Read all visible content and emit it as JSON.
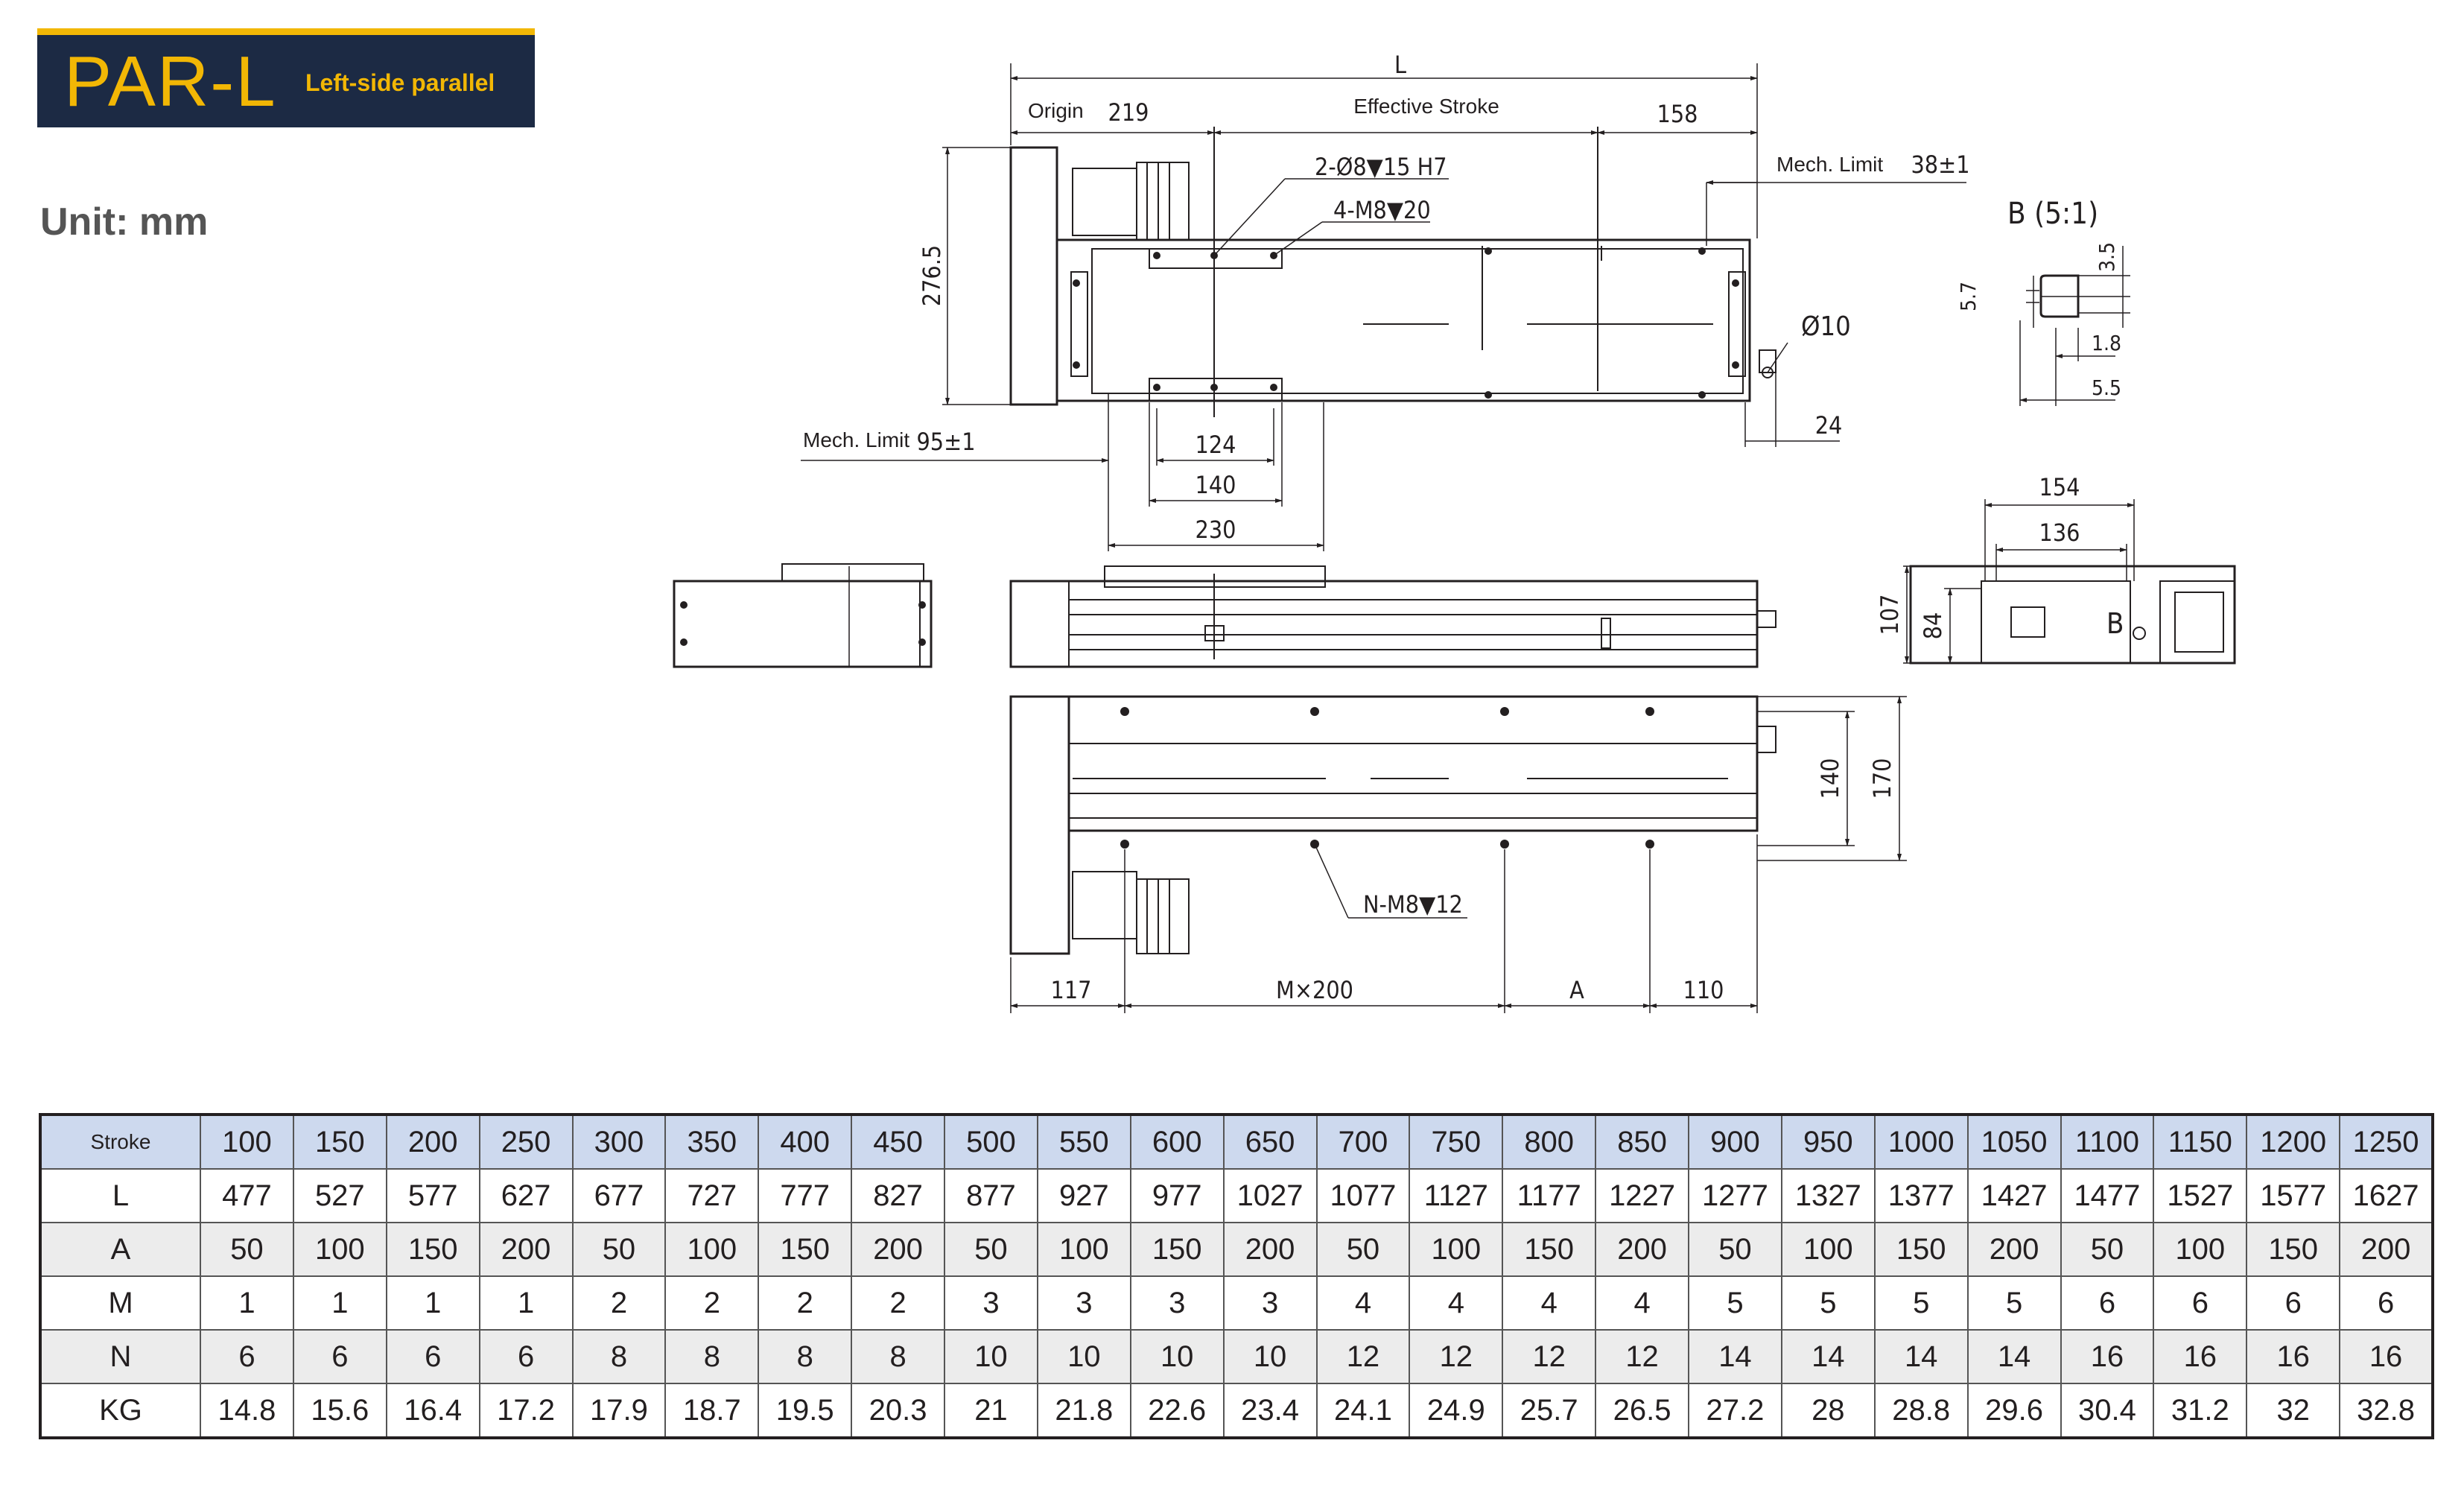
{
  "header": {
    "model": "PAR-L",
    "subtitle": "Left-side parallel"
  },
  "unit_label": "Unit: mm",
  "drawing": {
    "top_view": {
      "dim_L": "L",
      "origin": "Origin",
      "dim_219": "219",
      "effective_stroke": "Effective Stroke",
      "dim_158": "158",
      "mech_limit_right": "Mech. Limit",
      "dim_38": "38±1",
      "dowel_holes": "2-Ø8▼15 H7",
      "tapped_holes": "4-M8▼20",
      "dim_276_5": "276.5",
      "dim_phi10": "Ø10",
      "dim_24": "24",
      "mech_limit_left": "Mech. Limit",
      "dim_95": "95±1",
      "dim_124": "124",
      "dim_140": "140",
      "dim_230": "230"
    },
    "detail_b": {
      "title": "B (5:1)",
      "dim_3_5": "3.5",
      "dim_5_7": "5.7",
      "dim_1_8": "1.8",
      "dim_5_5": "5.5"
    },
    "end_view": {
      "dim_154": "154",
      "dim_136": "136",
      "dim_107": "107",
      "dim_84": "84",
      "label_b": "B"
    },
    "bottom_view": {
      "dim_140": "140",
      "dim_170": "170",
      "mount_holes": "N-M8▼12",
      "dim_117": "117",
      "dim_mx200": "M×200",
      "dim_A": "A",
      "dim_110": "110"
    }
  },
  "table": {
    "header_label": "Stroke",
    "strokes": [
      "100",
      "150",
      "200",
      "250",
      "300",
      "350",
      "400",
      "450",
      "500",
      "550",
      "600",
      "650",
      "700",
      "750",
      "800",
      "850",
      "900",
      "950",
      "1000",
      "1050",
      "1100",
      "1150",
      "1200",
      "1250"
    ],
    "rows": [
      {
        "label": "L",
        "values": [
          "477",
          "527",
          "577",
          "627",
          "677",
          "727",
          "777",
          "827",
          "877",
          "927",
          "977",
          "1027",
          "1077",
          "1127",
          "1177",
          "1227",
          "1277",
          "1327",
          "1377",
          "1427",
          "1477",
          "1527",
          "1577",
          "1627"
        ]
      },
      {
        "label": "A",
        "values": [
          "50",
          "100",
          "150",
          "200",
          "50",
          "100",
          "150",
          "200",
          "50",
          "100",
          "150",
          "200",
          "50",
          "100",
          "150",
          "200",
          "50",
          "100",
          "150",
          "200",
          "50",
          "100",
          "150",
          "200"
        ]
      },
      {
        "label": "M",
        "values": [
          "1",
          "1",
          "1",
          "1",
          "2",
          "2",
          "2",
          "2",
          "3",
          "3",
          "3",
          "3",
          "4",
          "4",
          "4",
          "4",
          "5",
          "5",
          "5",
          "5",
          "6",
          "6",
          "6",
          "6"
        ]
      },
      {
        "label": "N",
        "values": [
          "6",
          "6",
          "6",
          "6",
          "8",
          "8",
          "8",
          "8",
          "10",
          "10",
          "10",
          "10",
          "12",
          "12",
          "12",
          "12",
          "14",
          "14",
          "14",
          "14",
          "16",
          "16",
          "16",
          "16"
        ]
      },
      {
        "label": "KG",
        "values": [
          "14.8",
          "15.6",
          "16.4",
          "17.2",
          "17.9",
          "18.7",
          "19.5",
          "20.3",
          "21",
          "21.8",
          "22.6",
          "23.4",
          "24.1",
          "24.9",
          "25.7",
          "26.5",
          "27.2",
          "28",
          "28.8",
          "29.6",
          "30.4",
          "31.2",
          "32",
          "32.8"
        ]
      }
    ]
  },
  "colors": {
    "navy": "#1c2a44",
    "accent": "#f2b705",
    "header_row": "#cdd9ee",
    "alt_row": "#ececec"
  }
}
